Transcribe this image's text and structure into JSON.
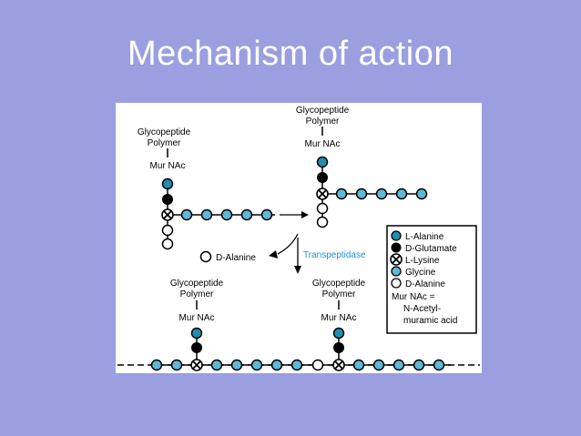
{
  "slide": {
    "title": "Mechanism of action"
  },
  "diagram": {
    "top_left_chain": {
      "polymer_label_1": "Glycopeptide",
      "polymer_label_2": "Polymer",
      "murnac_label": "Mur NAc"
    },
    "top_right_chain": {
      "polymer_label_1": "Glycopeptide",
      "polymer_label_2": "Polymer",
      "murnac_label": "Mur NAc"
    },
    "bottom_left_chain": {
      "polymer_label_1": "Glycopeptide",
      "polymer_label_2": "Polymer",
      "murnac_label": "Mur NAc"
    },
    "bottom_right_chain": {
      "polymer_label_1": "Glycopeptide",
      "polymer_label_2": "Polymer",
      "murnac_label": "Mur NAc"
    },
    "released_label": "D-Alanine",
    "enzyme_label": "Transpeptidase",
    "colors": {
      "alanine_fill": "#1f8fb0",
      "glycine_fill": "#5fb8d6",
      "enzyme_text": "#1e90d8"
    }
  },
  "legend": {
    "items": [
      {
        "label": "L-Alanine",
        "icon": "l-alanine-icon"
      },
      {
        "label": "D-Glutamate",
        "icon": "d-glutamate-icon"
      },
      {
        "label": "L-Lysine",
        "icon": "l-lysine-icon"
      },
      {
        "label": "Glycine",
        "icon": "glycine-icon"
      },
      {
        "label": "D-Alanine",
        "icon": "d-alanine-icon"
      }
    ],
    "abbrev_line_1": "Mur NAc =",
    "abbrev_line_2": "N-Acetyl-",
    "abbrev_line_3": "muramic acid"
  }
}
